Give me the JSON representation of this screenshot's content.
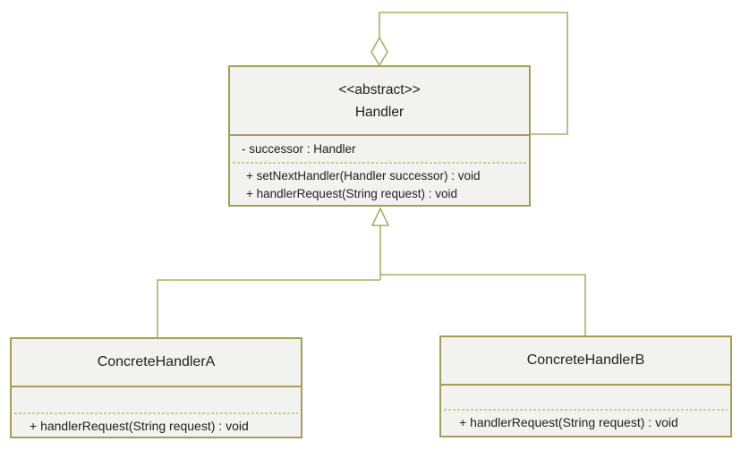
{
  "colors": {
    "canvas_bg": "#ffffff",
    "box_fill": "#f2f2f1",
    "box_border": "#a39f56",
    "connector": "#a7b164",
    "divider_dash": "#c9cf8e",
    "text": "#212121"
  },
  "classes": [
    {
      "id": "handler",
      "stereotype": "<<abstract>>",
      "name": "Handler",
      "attributes": [
        "- successor : Handler"
      ],
      "methods": [
        "+ setNextHandler(Handler successor) : void",
        "+ handlerRequest(String request) : void"
      ]
    },
    {
      "id": "concrete-handler-a",
      "stereotype": "",
      "name": "ConcreteHandlerA",
      "attributes": [],
      "methods": [
        "+ handlerRequest(String request) : void"
      ]
    },
    {
      "id": "concrete-handler-b",
      "stereotype": "",
      "name": "ConcreteHandlerB",
      "attributes": [],
      "methods": [
        "+ handlerRequest(String request) : void"
      ]
    }
  ],
  "relationships": [
    {
      "type": "aggregation",
      "from": "Handler",
      "to": "Handler"
    },
    {
      "type": "generalization",
      "from": "ConcreteHandlerA",
      "to": "Handler"
    },
    {
      "type": "generalization",
      "from": "ConcreteHandlerB",
      "to": "Handler"
    }
  ]
}
